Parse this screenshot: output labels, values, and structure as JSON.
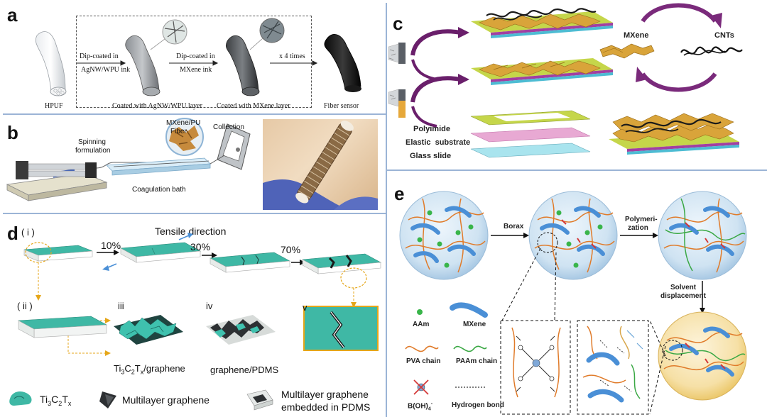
{
  "panel_a": {
    "letter": "a",
    "step1": [
      "Dip-coated in",
      "AgNW/WPU ink"
    ],
    "step2": [
      "Dip-coated in",
      "MXene ink"
    ],
    "step3": "x 4 times",
    "captions": [
      "HPUF",
      "Coated with AgNW/WPU layer",
      "Coated with MXene layer",
      "Fiber sensor"
    ]
  },
  "panel_b": {
    "letter": "b",
    "spinning": [
      "Spinning",
      "formulation"
    ],
    "fiber": [
      "MXene/PU",
      "Fiber"
    ],
    "collection": "Collection",
    "bath": "Coagulation bath"
  },
  "panel_c": {
    "letter": "c",
    "mxene": "MXene",
    "cnts": "CNTs",
    "layers": [
      "Polyimide",
      "Elastic  substrate",
      "Glass slide"
    ]
  },
  "panel_d": {
    "letter": "d",
    "sub_i": "( i )",
    "tensile": "Tensile direction",
    "strains": [
      "10%",
      "30%",
      "70%"
    ],
    "sub_ii": "( ii )",
    "sub_iii": "iii",
    "sub_iv": "iv",
    "sub_v": "v",
    "caption_iii": [
      "Ti",
      "3",
      "C",
      "2",
      "T",
      "x",
      "/graphene"
    ],
    "caption_iv": "graphene/PDMS",
    "legend": {
      "ti": [
        "Ti",
        "3",
        "C",
        "2",
        "T",
        "x"
      ],
      "multilayer": "Multilayer graphene",
      "embedded": [
        "Multilayer graphene",
        "embedded in PDMS"
      ]
    }
  },
  "panel_e": {
    "letter": "e",
    "borax": "Borax",
    "polymerization": [
      "Polymeri-",
      "zation"
    ],
    "solvent": [
      "Solvent",
      "displacement"
    ],
    "legend": {
      "aam": "AAm",
      "mxene": "MXene",
      "pva": "PVA chain",
      "paam": "PAAm chain",
      "boh": [
        "B(OH)",
        "4",
        "-"
      ],
      "hbond": "Hydrogen bond"
    }
  },
  "colors": {
    "separator": "#9bb4d6",
    "teal": "#3fb8a5",
    "mxene_gold": "#d9a43a",
    "purple_arrow": "#6a1f6b",
    "pva_orange": "#e07b2a",
    "paam_green": "#3aa844",
    "hydrogel_blue": "#cfe3f2"
  }
}
